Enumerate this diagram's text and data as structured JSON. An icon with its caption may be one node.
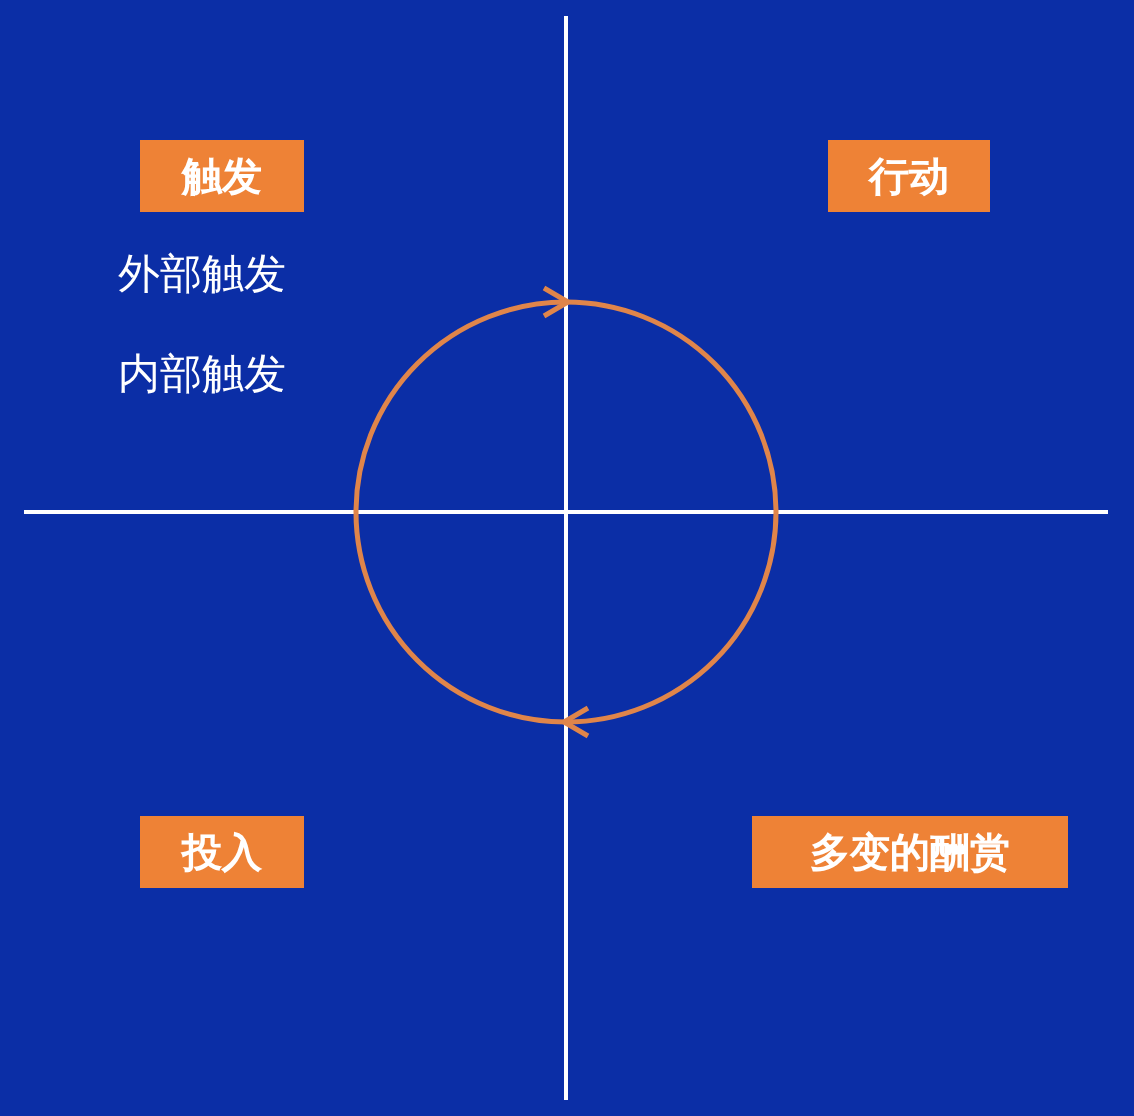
{
  "diagram": {
    "nodes": [
      {
        "text": [
          "触发"
        ],
        "beside": [
          "外部触发",
          "内部触发"
        ]
      },
      {
        "text": [
          "行动"
        ]
      },
      {
        "text": [
          "投入"
        ]
      },
      {
        "text": [
          "多变的酬赏"
        ]
      }
    ]
  }
}
